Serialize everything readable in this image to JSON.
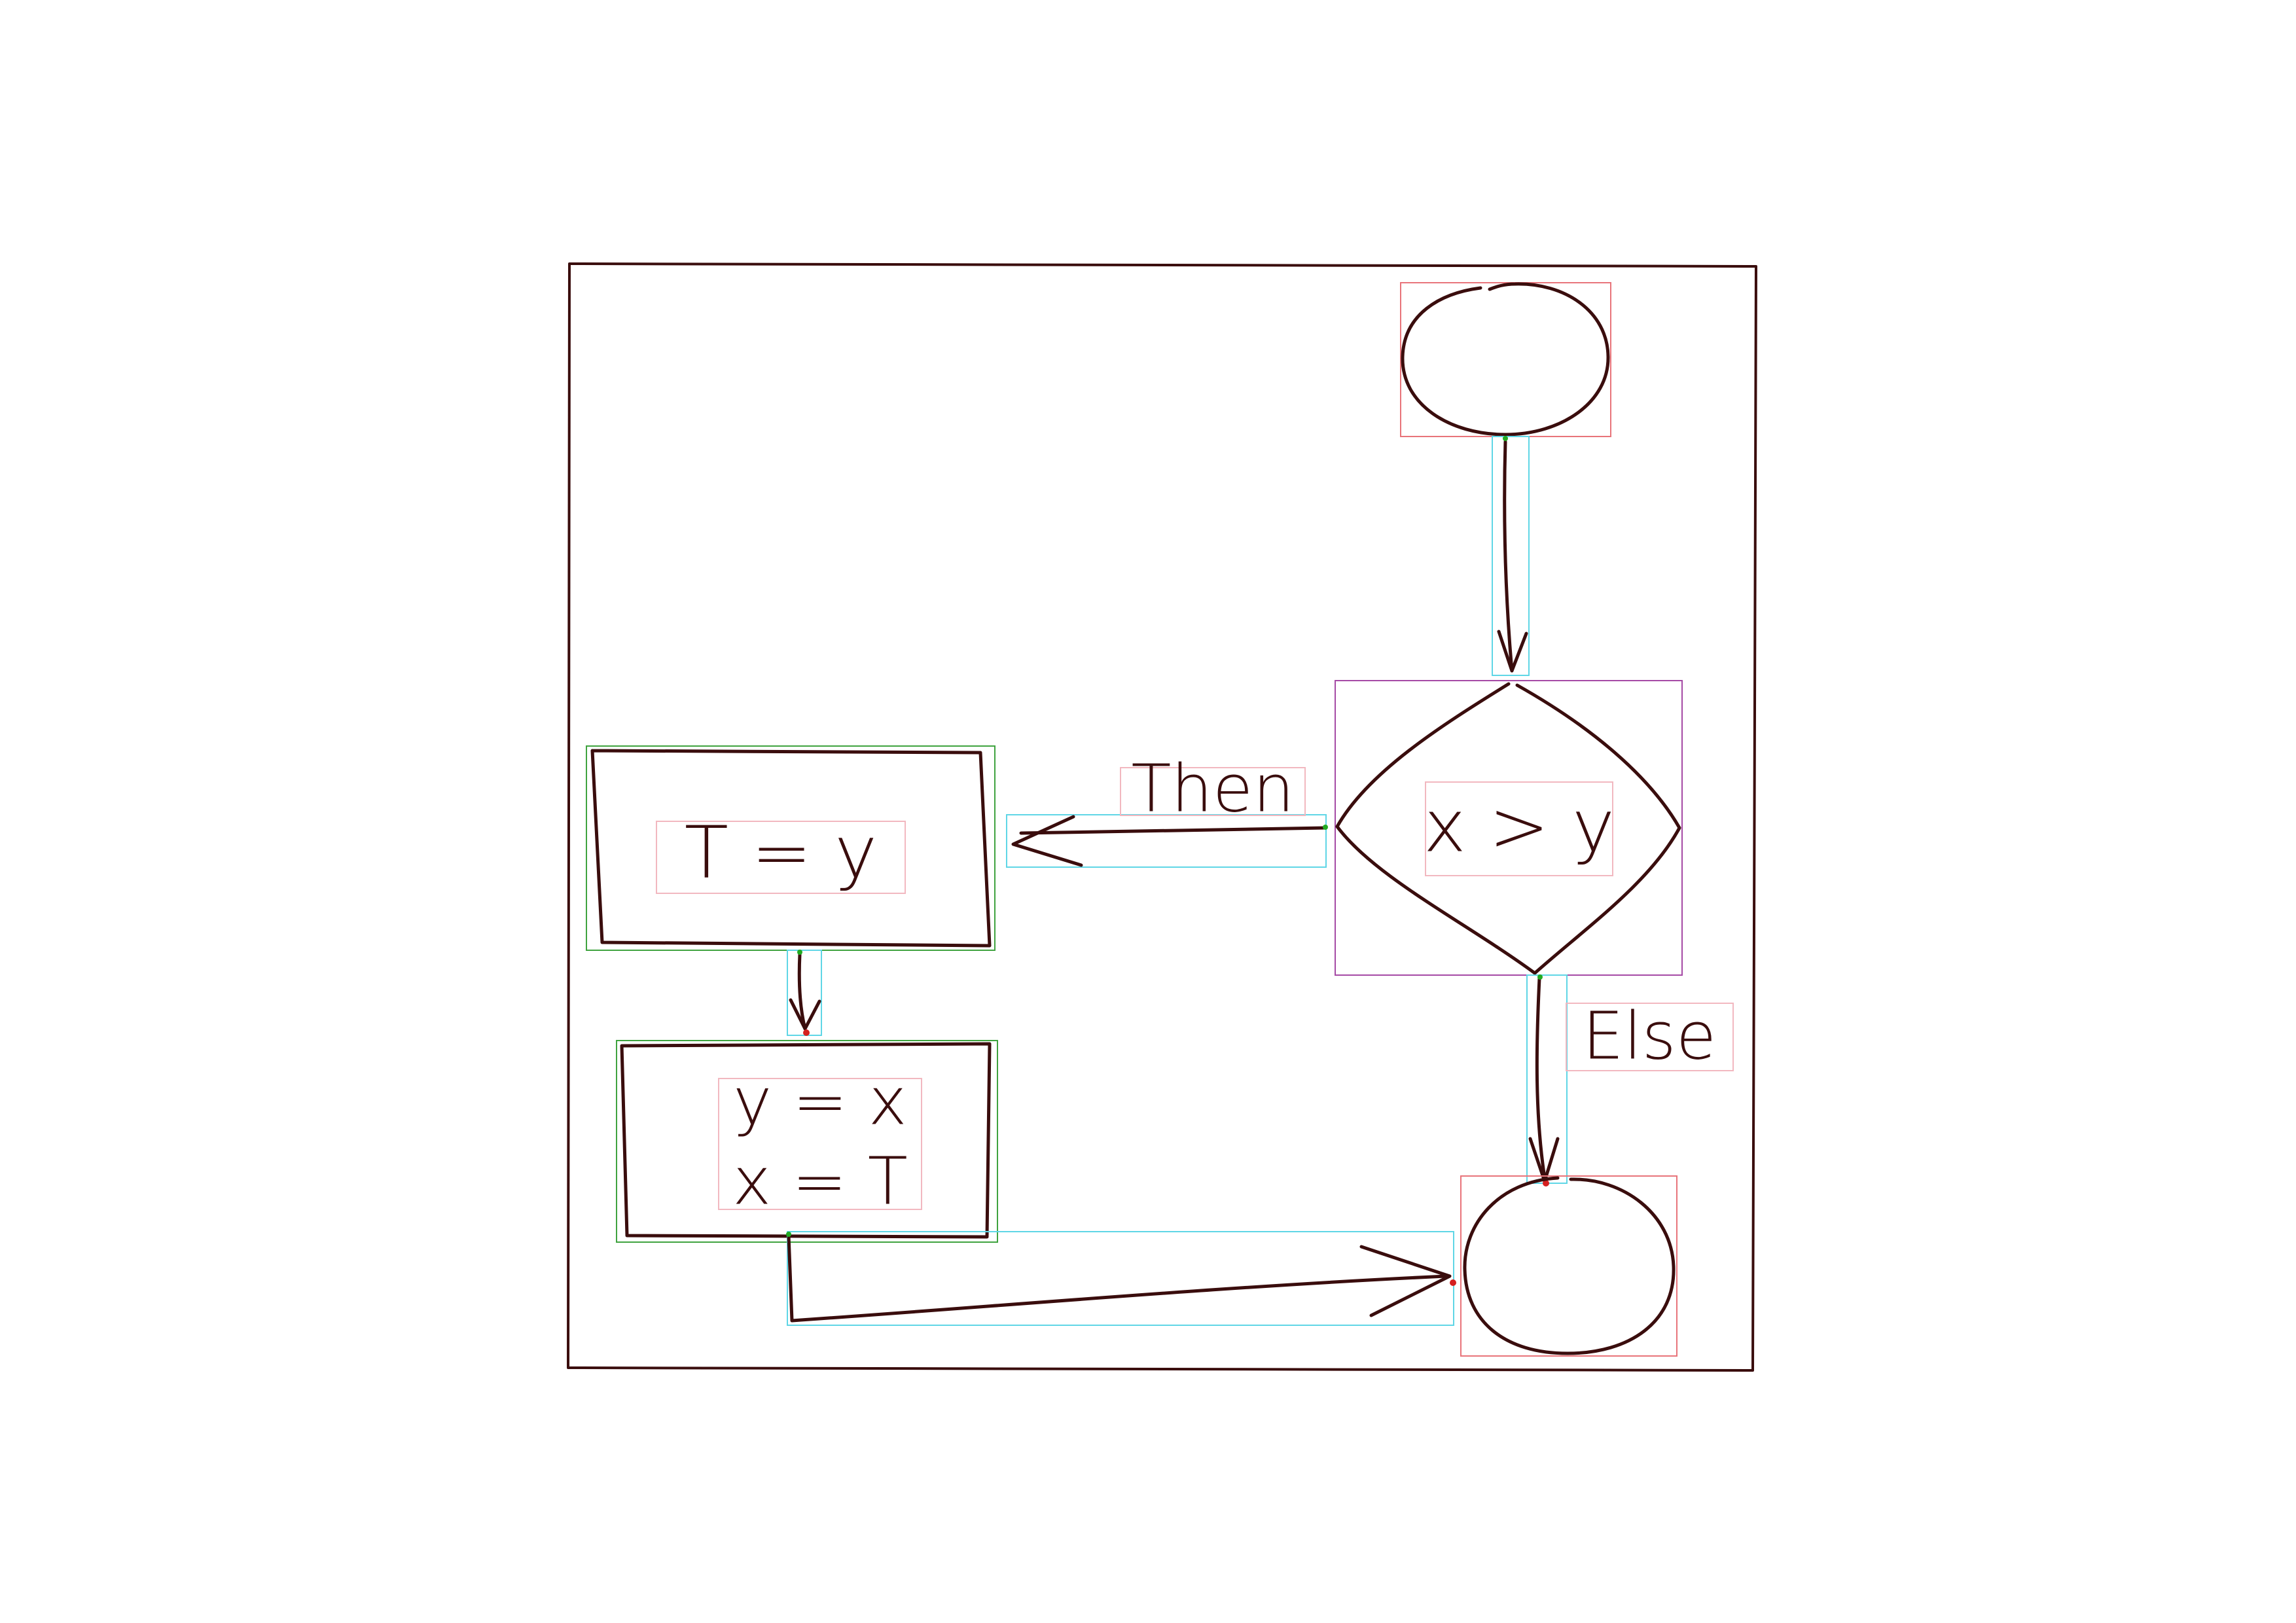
{
  "diagram": {
    "type": "flowchart",
    "colors": {
      "ink": "#3a0d0d",
      "terminal_box": "#e8747a",
      "process_box": "#3fa33f",
      "decision_box": "#a54aa5",
      "arrow_box": "#5fd6e6",
      "text_box": "#f2b8c0",
      "head_point": "#d42020",
      "tail_point": "#22aa22"
    },
    "nodes": [
      {
        "id": "start",
        "kind": "terminal",
        "text": ""
      },
      {
        "id": "decision",
        "kind": "decision",
        "text": "x > y"
      },
      {
        "id": "swap1",
        "kind": "process",
        "text": "T = y"
      },
      {
        "id": "swap2",
        "kind": "process",
        "lines": [
          "y = x",
          "x = T"
        ]
      },
      {
        "id": "end",
        "kind": "terminal",
        "text": ""
      }
    ],
    "edges": [
      {
        "from": "start",
        "to": "decision",
        "label": ""
      },
      {
        "from": "decision",
        "to": "swap1",
        "label": "Then"
      },
      {
        "from": "swap1",
        "to": "swap2",
        "label": ""
      },
      {
        "from": "decision",
        "to": "end",
        "label": "Else"
      },
      {
        "from": "swap2",
        "to": "end",
        "label": ""
      }
    ]
  }
}
